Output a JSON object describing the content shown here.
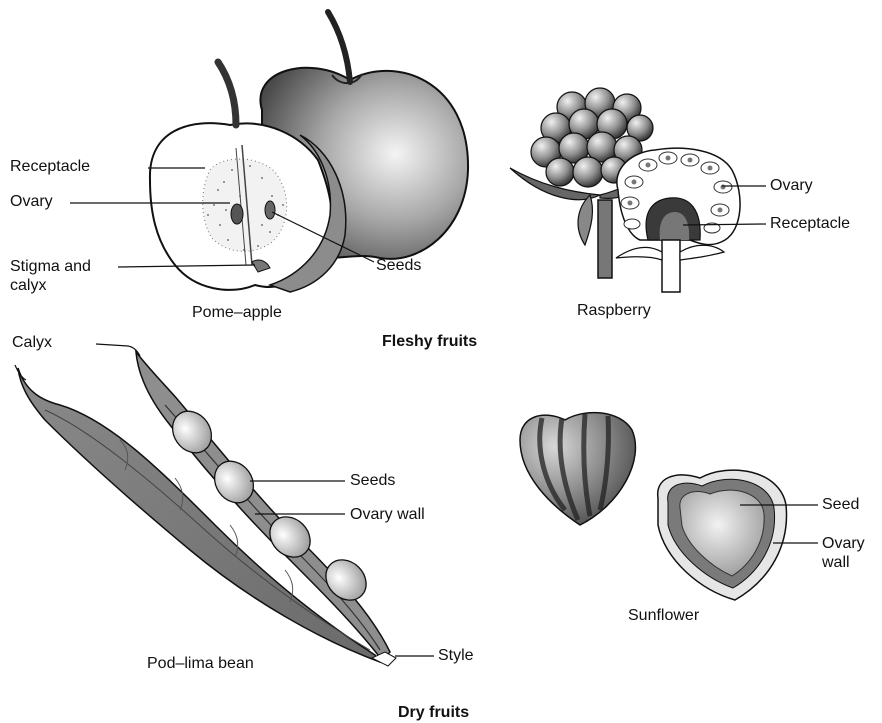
{
  "headings": {
    "fleshy": "Fleshy fruits",
    "dry": "Dry fruits"
  },
  "apple": {
    "caption": "Pome–apple",
    "receptacle": "Receptacle",
    "ovary": "Ovary",
    "stigma_line1": "Stigma and",
    "stigma_line2": "calyx",
    "seeds": "Seeds"
  },
  "raspberry": {
    "caption": "Raspberry",
    "ovary": "Ovary",
    "receptacle": "Receptacle"
  },
  "bean": {
    "caption": "Pod–lima bean",
    "calyx": "Calyx",
    "seeds": "Seeds",
    "ovary_wall": "Ovary wall",
    "style": "Style"
  },
  "sunflower": {
    "caption": "Sunflower",
    "seed": "Seed",
    "ovary_wall_line1": "Ovary",
    "ovary_wall_line2": "wall"
  }
}
